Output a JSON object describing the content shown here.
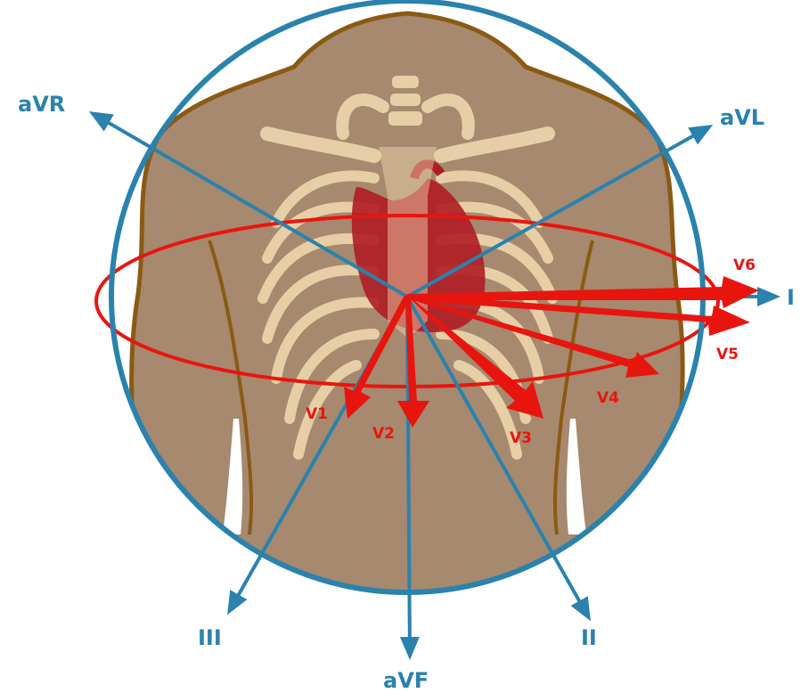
{
  "colors": {
    "limb_lead": "#2a82ad",
    "chest_lead": "#e8150f",
    "body": "#a6896e",
    "body_outline": "#8a5a14",
    "bone": "#f2dcb0",
    "heart": "#b01c24",
    "background": "#ffffff"
  },
  "limb_leads": {
    "aVR": "aVR",
    "aVL": "aVL",
    "I": "I",
    "II": "II",
    "III": "III",
    "aVF": "aVF"
  },
  "chest_leads": {
    "V1": "V1",
    "V2": "V2",
    "V3": "V3",
    "V4": "V4",
    "V5": "V5",
    "V6": "V6"
  }
}
